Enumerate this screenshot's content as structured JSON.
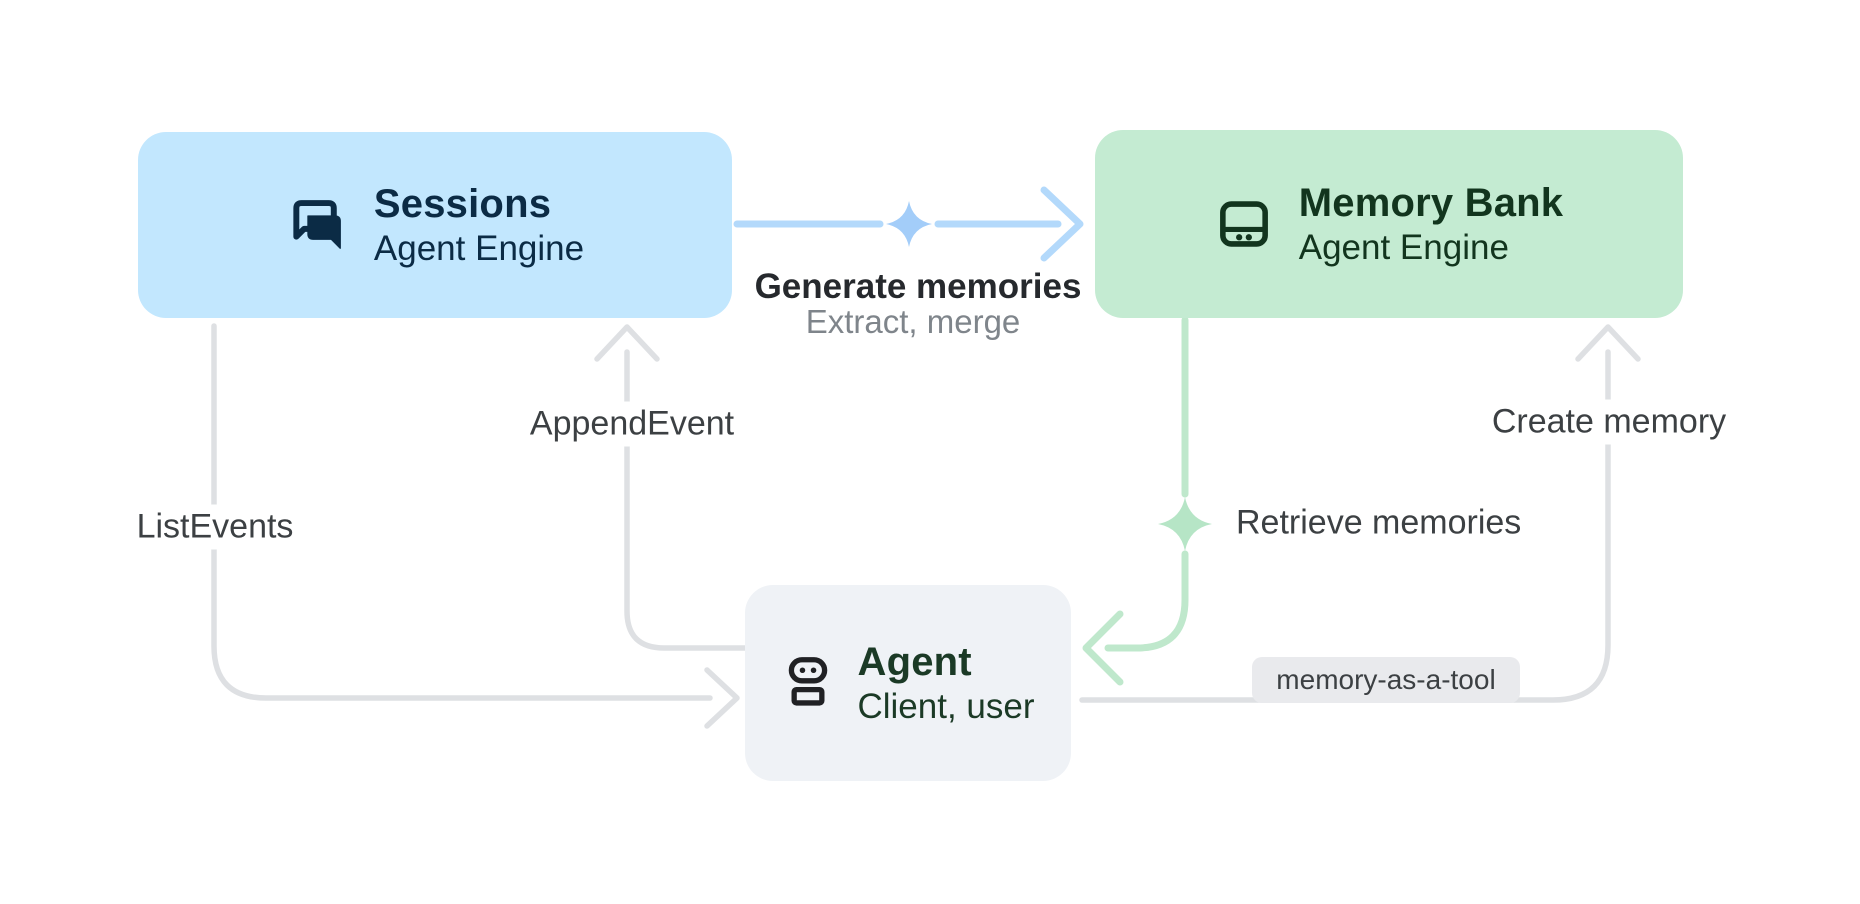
{
  "colors": {
    "canvas_bg": "#FFFFFF",
    "sessions_fill": "#C2E7FE",
    "sessions_ink": "#0B2B45",
    "memory_fill": "#C4EBD2",
    "memory_ink": "#12351E",
    "agent_fill": "#EFF2F6",
    "agent_ink": "#1B3A26",
    "agent_icon": "#202124",
    "line_gray": "#DEE0E3",
    "line_blue": "#B3D9FB",
    "sparkle_blue": "#A3CDF9",
    "line_green": "#BFE8CC",
    "sparkle_green": "#B6E5C6",
    "label_ink": "#3C4043",
    "label_strong": "#26292D",
    "label_muted": "#7F858B",
    "badge_fill": "#E9EAED",
    "badge_ink": "#3C4043"
  },
  "nodes": {
    "sessions": {
      "title": "Sessions",
      "subtitle": "Agent Engine"
    },
    "memory_bank": {
      "title": "Memory Bank",
      "subtitle": "Agent Engine"
    },
    "agent": {
      "title": "Agent",
      "subtitle": "Client, user"
    }
  },
  "edges": {
    "generate_memories": {
      "label": "Generate memories",
      "sublabel": "Extract, merge"
    },
    "retrieve_memories": {
      "label": "Retrieve memories"
    },
    "append_event": {
      "label": "AppendEvent"
    },
    "list_events": {
      "label": "ListEvents"
    },
    "create_memory": {
      "label": "Create memory"
    },
    "memory_as_a_tool": {
      "badge_label": "memory-as-a-tool"
    }
  },
  "icons": {
    "sessions": "forum-chat-icon",
    "memory_bank": "storage-database-icon",
    "agent": "robot-icon",
    "generate_memories": "sparkle-icon",
    "retrieve_memories": "sparkle-icon"
  }
}
